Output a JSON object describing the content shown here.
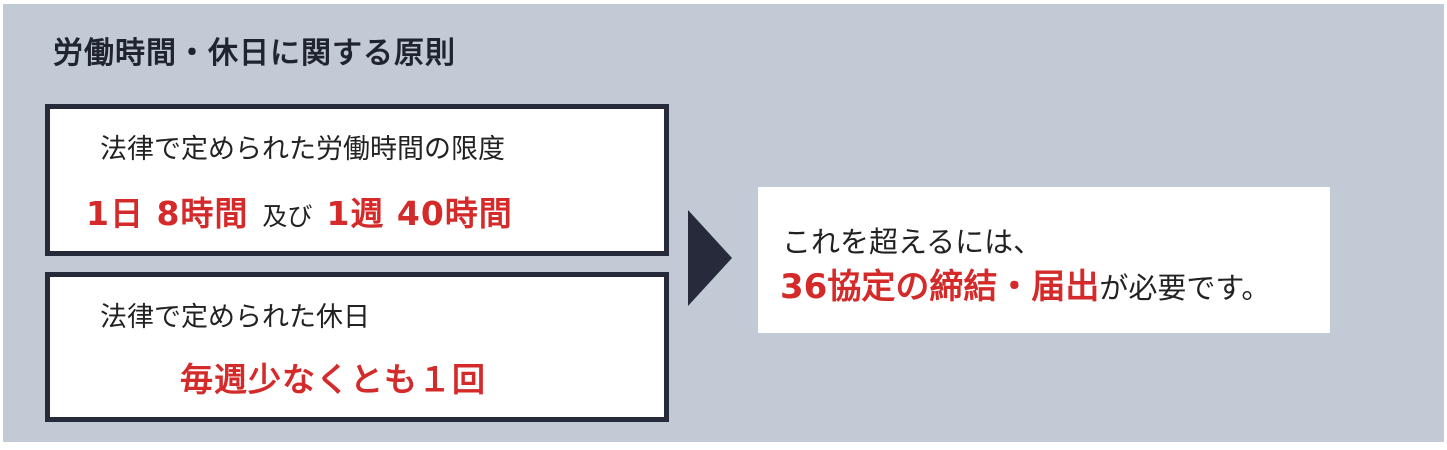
{
  "title": "労働時間・休日に関する原則",
  "working_hours": {
    "label": "法律で定められた労働時間の限度",
    "daily": "1日 8時間",
    "joiner": "及び",
    "weekly": "1週 40時間"
  },
  "holidays": {
    "label": "法律で定められた休日",
    "rule": "毎週少なくとも１回"
  },
  "result": {
    "line1": "これを超えるには、",
    "highlight": "36協定の締結・届出",
    "suffix": "が必要です。"
  },
  "colors": {
    "panel_background": "#c2cad6",
    "box_border": "#262a3a",
    "highlight_red": "#d42a2a",
    "arrow": "#262a3a"
  }
}
